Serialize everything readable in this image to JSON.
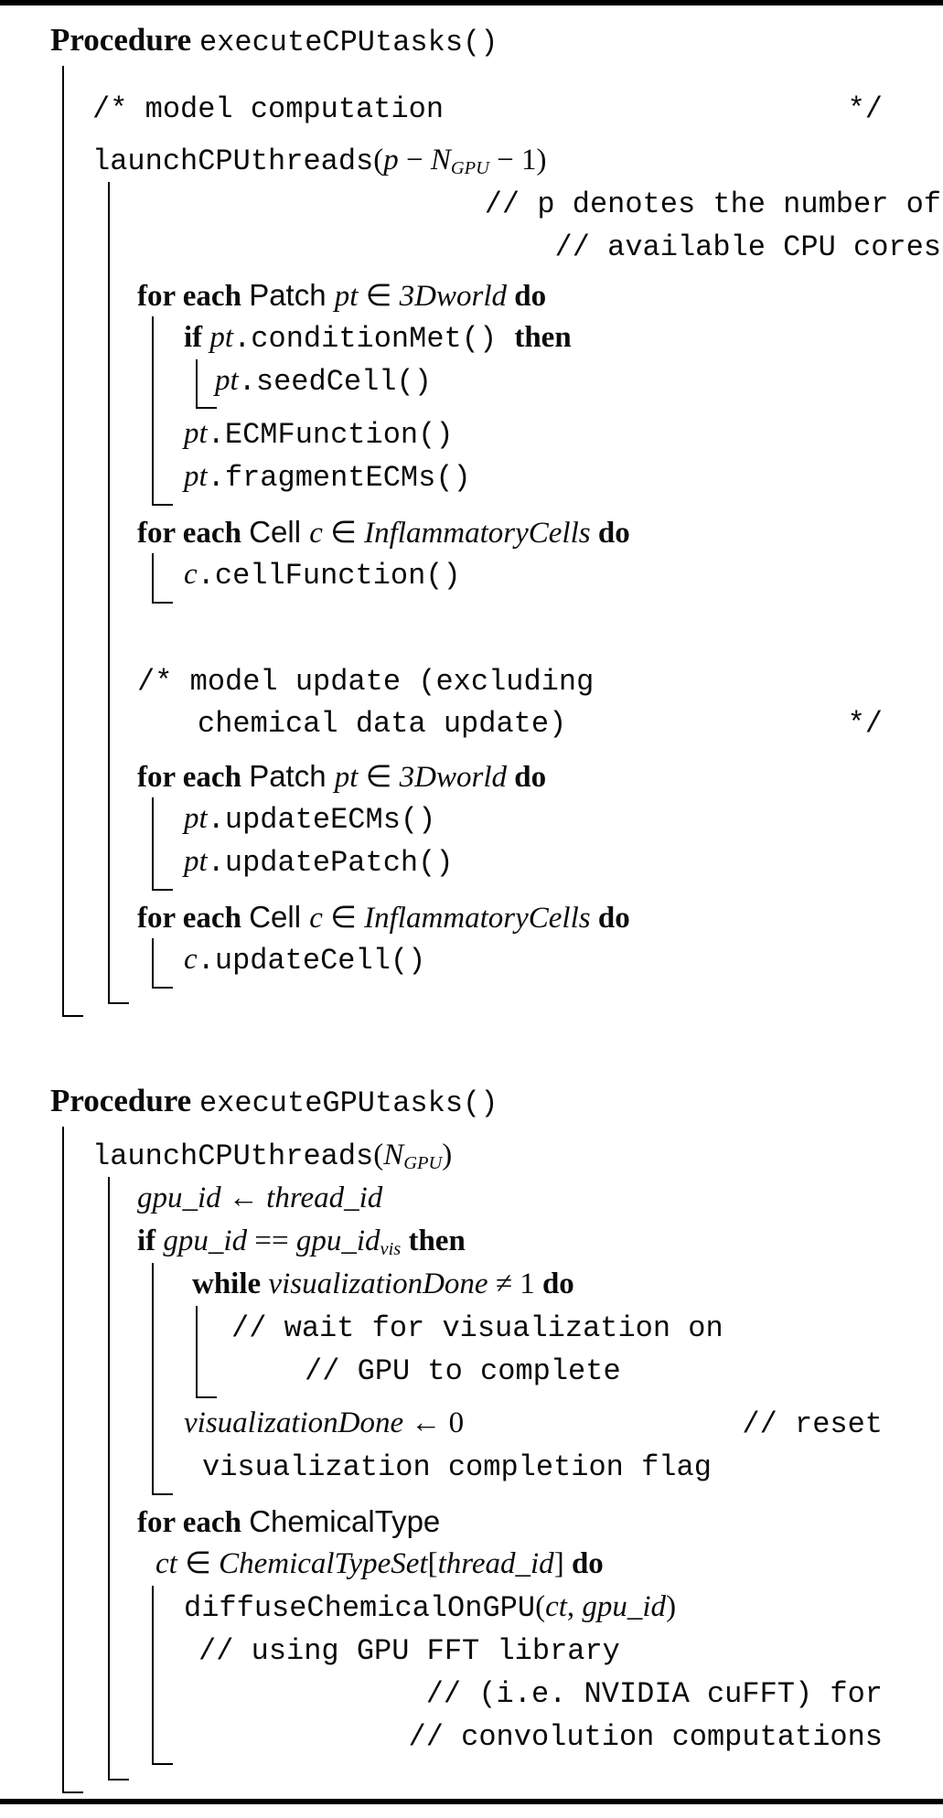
{
  "colors": {
    "ink": "#0b0b0b",
    "rule": "#000000",
    "background": "#ffffff"
  },
  "p1": {
    "header": [
      "Procedure ",
      "executeCPUtasks()"
    ],
    "comment_model_computation": [
      "/* model computation",
      "*/"
    ],
    "launch": [
      "launchCPUthreads",
      "(",
      "p",
      " − ",
      "N",
      "GPU",
      " − 1)"
    ],
    "comment_p_denotes": "// p denotes the number of",
    "comment_available": "// available CPU cores",
    "for_patch_1": [
      "for each ",
      "Patch ",
      "pt ",
      "∈ ",
      "3Dworld ",
      "do"
    ],
    "if_condition": [
      "if ",
      "pt",
      ".conditionMet() ",
      "then"
    ],
    "seed_cell": [
      "pt",
      ".seedCell()"
    ],
    "ecm_function": [
      "pt",
      ".ECMFunction()"
    ],
    "fragment_ecms": [
      "pt",
      ".fragmentECMs()"
    ],
    "for_cell_1": [
      "for each ",
      "Cell ",
      "c ",
      "∈ ",
      "InflammatoryCells ",
      "do"
    ],
    "cell_function": [
      "c",
      ".cellFunction()"
    ],
    "comment_model_update": [
      "/* model update (excluding",
      "chemical data update)",
      "*/"
    ],
    "for_patch_2": [
      "for each ",
      "Patch ",
      "pt ",
      "∈ ",
      "3Dworld ",
      "do"
    ],
    "update_ecms": [
      "pt",
      ".updateECMs()"
    ],
    "update_patch": [
      "pt",
      ".updatePatch()"
    ],
    "for_cell_2": [
      "for each ",
      "Cell ",
      "c ",
      "∈ ",
      "InflammatoryCells ",
      "do"
    ],
    "update_cell": [
      "c",
      ".updateCell()"
    ]
  },
  "p2": {
    "header": [
      "Procedure ",
      "executeGPUtasks()"
    ],
    "launch": [
      "launchCPUthreads",
      "(",
      "N",
      "GPU",
      ")"
    ],
    "assign_gpu_id": [
      "gpu_id ",
      "← ",
      "thread_id"
    ],
    "if_gpu": [
      "if ",
      "gpu_id ",
      "== ",
      "gpu_id",
      "vis",
      " then"
    ],
    "while_line": [
      "while ",
      "visualizationDone ",
      "≠ 1 ",
      "do"
    ],
    "comment_wait": "// wait for visualization on",
    "comment_complete": "// GPU to complete",
    "reset_line": [
      "visualizationDone ",
      "← 0",
      "// reset"
    ],
    "comment_flag": "visualization completion flag",
    "for_chemical": [
      "for each ",
      "ChemicalType"
    ],
    "for_chemical_cont": [
      "ct ",
      "∈ ",
      "ChemicalTypeSet",
      "[",
      "thread_id",
      "] ",
      "do"
    ],
    "diffuse": [
      "diffuseChemicalOnGPU",
      "(",
      "ct",
      ", ",
      "gpu_id",
      ")"
    ],
    "comment_fft": "// using GPU FFT library",
    "comment_cufft": "// (i.e. NVIDIA cuFFT) for",
    "comment_convolution": "// convolution computations"
  }
}
